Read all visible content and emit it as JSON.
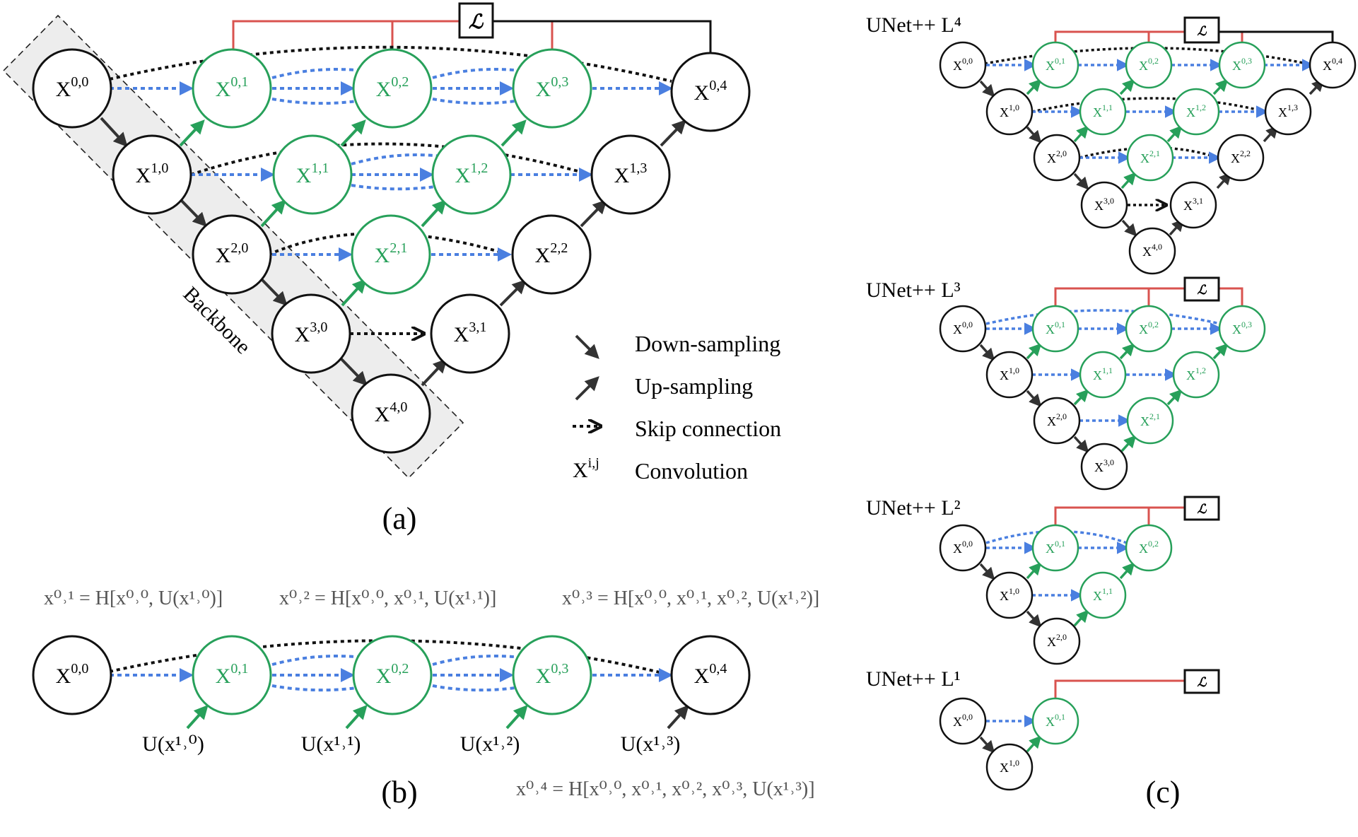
{
  "colors": {
    "encoder": "#111111",
    "nested": "#27a05a",
    "dense_skip": "#4a7fe0",
    "skip": "#111111",
    "loss_line": "#d9534f",
    "backbone_fill": "#ededed",
    "formula_text": "#555555"
  },
  "panel_a": {
    "caption": "(a)",
    "backbone_label": "Backbone",
    "loss_symbol": "ℒ",
    "nodes": {
      "x00": {
        "base": "X",
        "sup": "0,0"
      },
      "x10": {
        "base": "X",
        "sup": "1,0"
      },
      "x20": {
        "base": "X",
        "sup": "2,0"
      },
      "x30": {
        "base": "X",
        "sup": "3,0"
      },
      "x40": {
        "base": "X",
        "sup": "4,0"
      },
      "x01": {
        "base": "X",
        "sup": "0,1"
      },
      "x02": {
        "base": "X",
        "sup": "0,2"
      },
      "x03": {
        "base": "X",
        "sup": "0,3"
      },
      "x04": {
        "base": "X",
        "sup": "0,4"
      },
      "x11": {
        "base": "X",
        "sup": "1,1"
      },
      "x12": {
        "base": "X",
        "sup": "1,2"
      },
      "x13": {
        "base": "X",
        "sup": "1,3"
      },
      "x21": {
        "base": "X",
        "sup": "2,1"
      },
      "x22": {
        "base": "X",
        "sup": "2,2"
      },
      "x31": {
        "base": "X",
        "sup": "3,1"
      }
    },
    "legend": {
      "down": "Down-sampling",
      "up": "Up-sampling",
      "skip": "Skip connection",
      "conv_symbol_base": "X",
      "conv_symbol_sup": "i,j",
      "conv": "Convolution"
    }
  },
  "panel_b": {
    "caption": "(b)",
    "formulas": {
      "f01": "x⁰˒¹ = H[x⁰˒⁰, U(x¹˒⁰)]",
      "f02": "x⁰˒² = H[x⁰˒⁰, x⁰˒¹, U(x¹˒¹)]",
      "f03": "x⁰˒³ = H[x⁰˒⁰, x⁰˒¹, x⁰˒², U(x¹˒²)]",
      "f04": "x⁰˒⁴ = H[x⁰˒⁰, x⁰˒¹, x⁰˒², x⁰˒³, U(x¹˒³)]"
    },
    "nodes": {
      "x00": {
        "base": "X",
        "sup": "0,0"
      },
      "x01": {
        "base": "X",
        "sup": "0,1"
      },
      "x02": {
        "base": "X",
        "sup": "0,2"
      },
      "x03": {
        "base": "X",
        "sup": "0,3"
      },
      "x04": {
        "base": "X",
        "sup": "0,4"
      }
    },
    "up_labels": {
      "u10": "U(x¹˒⁰)",
      "u11": "U(x¹˒¹)",
      "u12": "U(x¹˒²)",
      "u13": "U(x¹˒³)"
    }
  },
  "panel_c": {
    "caption": "(c)",
    "loss_symbol": "ℒ",
    "l4_title": "UNet++ L⁴",
    "l3_title": "UNet++ L³",
    "l2_title": "UNet++ L²",
    "l1_title": "UNet++ L¹",
    "node_sups": {
      "s00": "0,0",
      "s10": "1,0",
      "s20": "2,0",
      "s30": "3,0",
      "s40": "4,0",
      "s01": "0,1",
      "s02": "0,2",
      "s03": "0,3",
      "s04": "0,4",
      "s11": "1,1",
      "s12": "1,2",
      "s13": "1,3",
      "s21": "2,1",
      "s22": "2,2",
      "s31": "3,1"
    },
    "node_base": "X"
  }
}
